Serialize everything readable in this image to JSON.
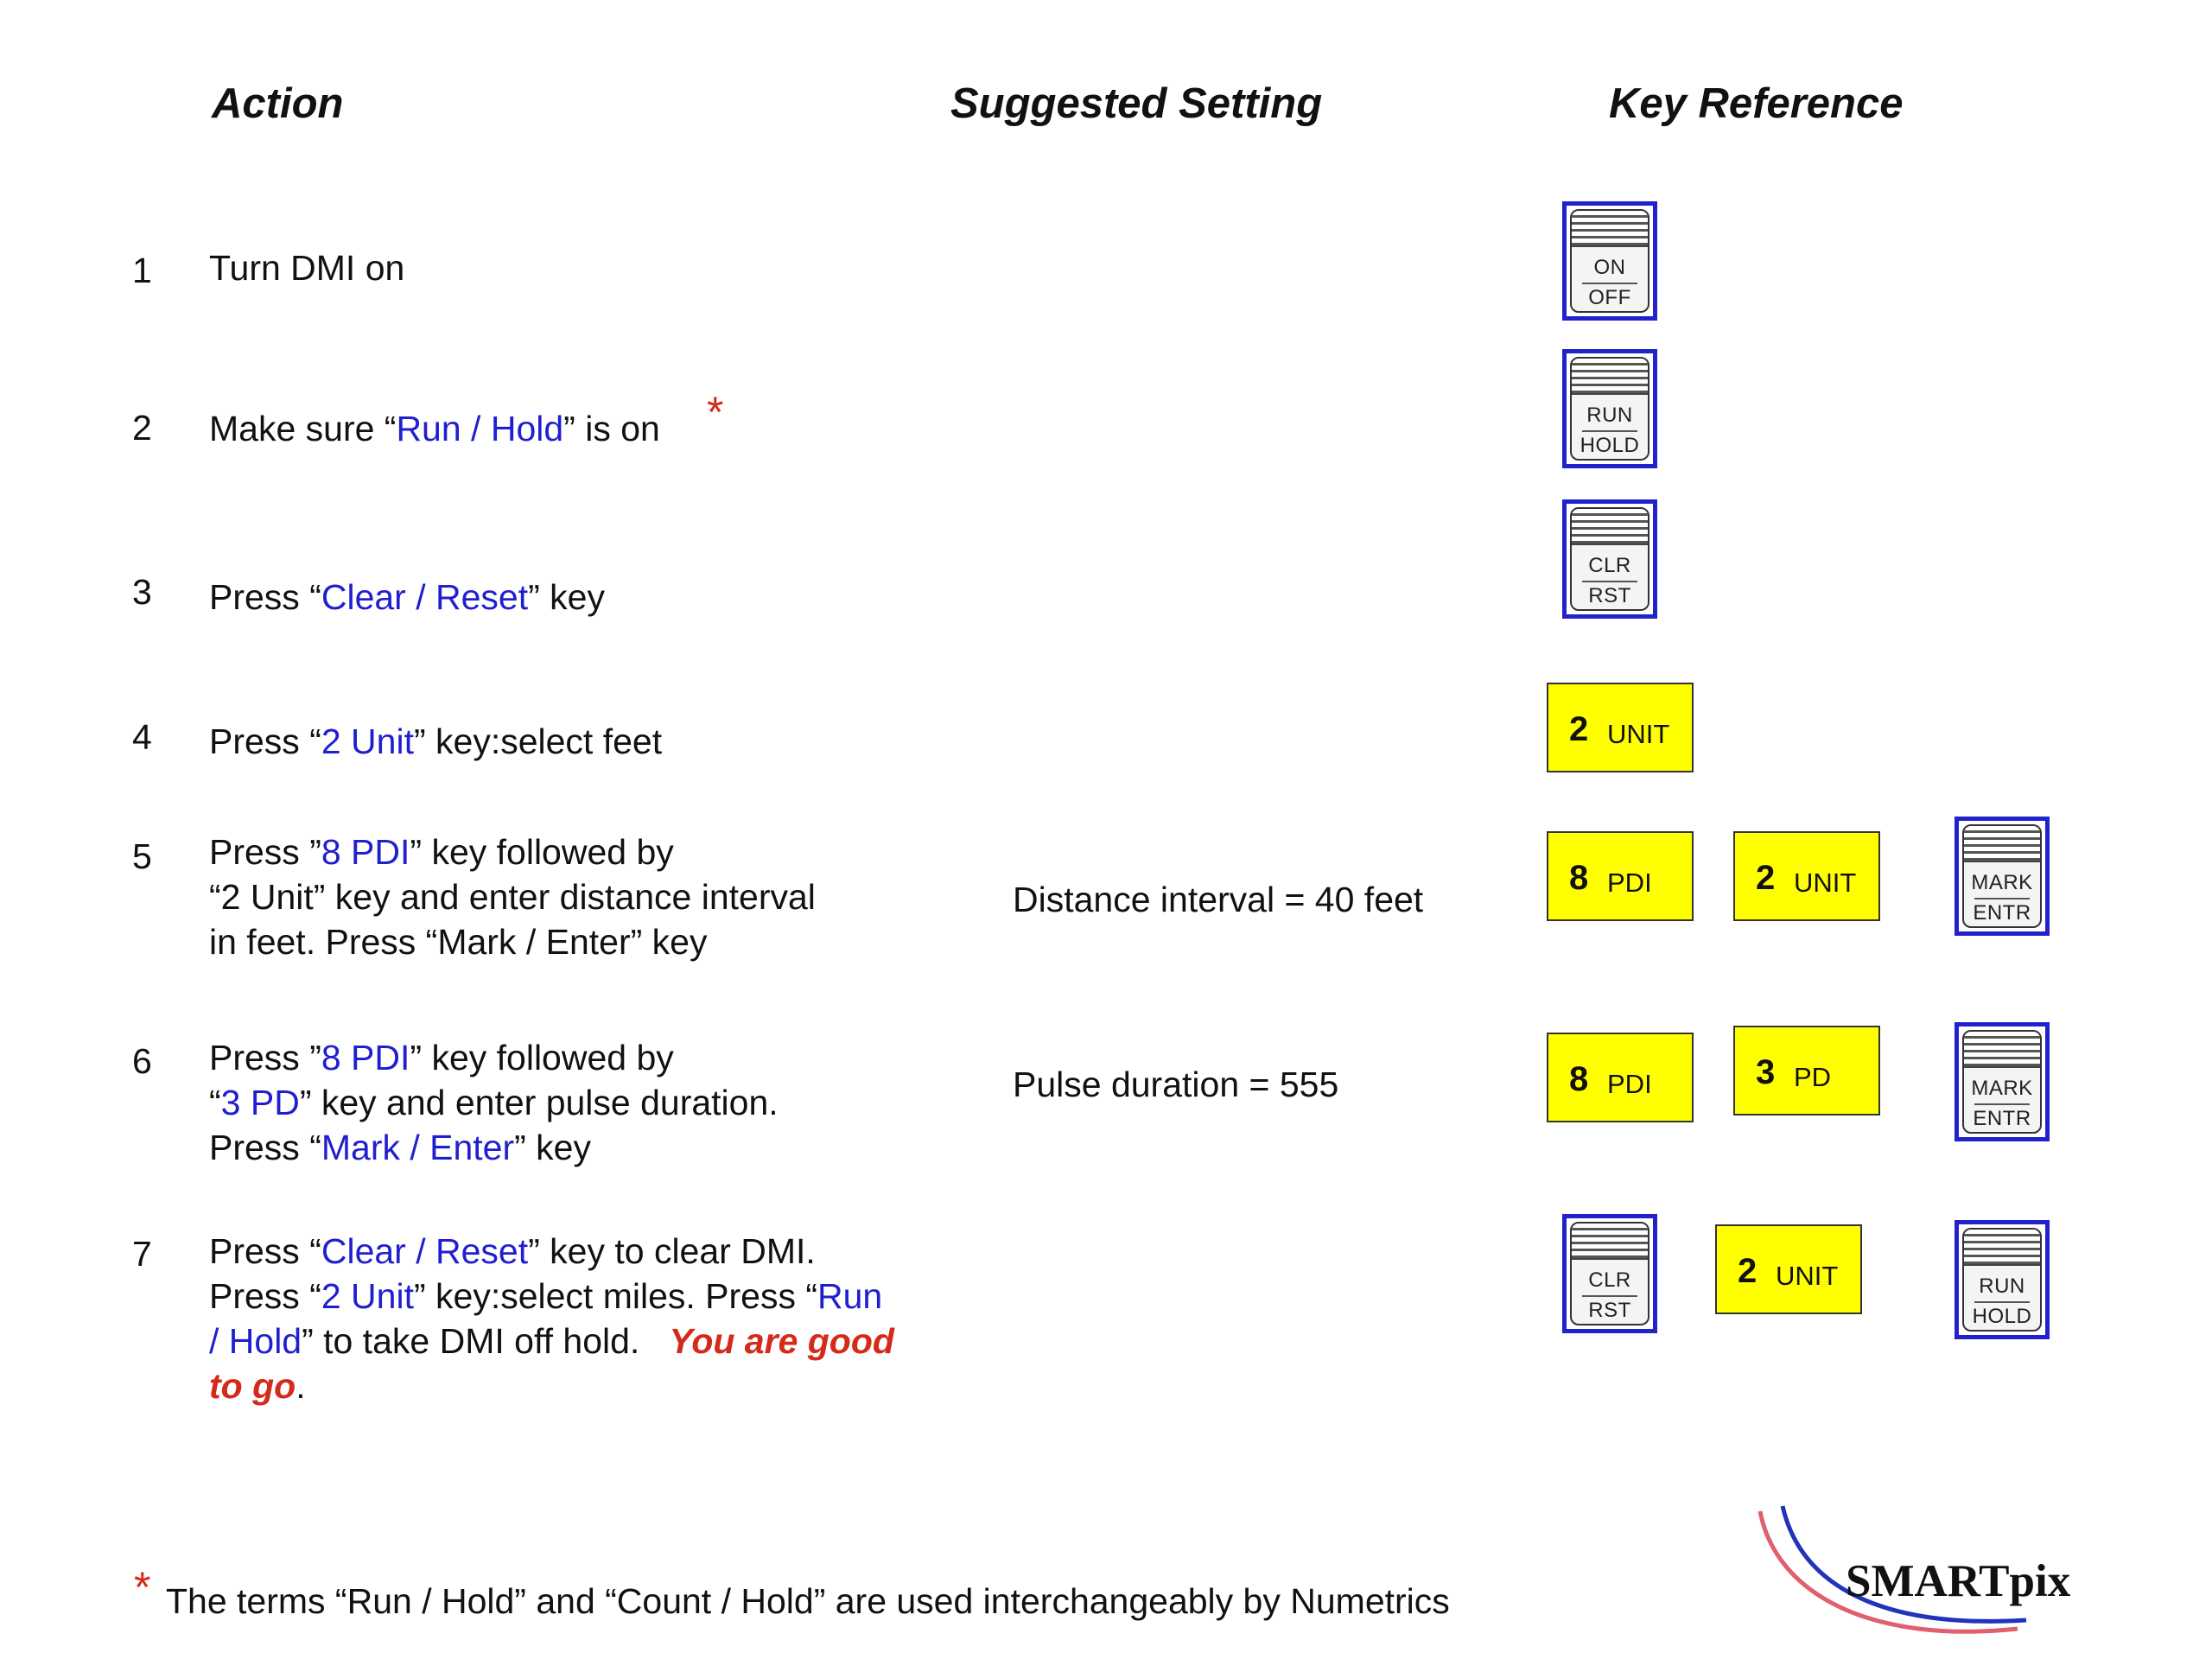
{
  "headers": {
    "action": "Action",
    "setting": "Suggested Setting",
    "key_reference": "Key Reference"
  },
  "steps": [
    {
      "num": "1",
      "line1": "Turn DMI on"
    },
    {
      "num": "2",
      "pre": "Make sure “",
      "blue": "Run / Hold",
      "post": "” is on",
      "star": "*"
    },
    {
      "num": "3",
      "pre": "Press “",
      "blue": "Clear / Reset",
      "post": "” key"
    },
    {
      "num": "4",
      "pre": "Press “",
      "blue": "2 Unit",
      "post": "” key:select feet"
    },
    {
      "num": "5",
      "l1_pre": "Press ”",
      "l1_blue": "8 PDI",
      "l1_post": "” key followed by",
      "l2": "“2 Unit” key and enter distance interval",
      "l3": "in feet. Press “Mark / Enter” key",
      "setting": "Distance interval = 40 feet"
    },
    {
      "num": "6",
      "l1_pre": "Press ”",
      "l1_blue": "8 PDI",
      "l1_post": "” key followed by",
      "l2_pre": "“",
      "l2_blue": "3 PD",
      "l2_post": "” key and enter pulse duration.",
      "l3_pre": "Press “",
      "l3_blue": "Mark / Enter",
      "l3_post": "” key",
      "setting": "Pulse duration = 555"
    },
    {
      "num": "7",
      "l1_pre": "Press “",
      "l1_blue": "Clear / Reset",
      "l1_post": "” key to clear DMI.",
      "l2_pre": "Press “",
      "l2_blue": "2 Unit",
      "l2_mid": "” key:select miles. Press “",
      "l2_blue2": "Run",
      "l3_blue": "/ Hold",
      "l3_post": "” to take DMI off hold.",
      "l3_red": "You are good",
      "l4_red": "to go",
      "l4_post": "."
    }
  ],
  "keys": {
    "on_off": {
      "top": "ON",
      "bottom": "OFF"
    },
    "run_hold": {
      "top": "RUN",
      "bottom": "HOLD"
    },
    "clr_rst": {
      "top": "CLR",
      "bottom": "RST"
    },
    "mark_entr": {
      "top": "MARK",
      "bottom": "ENTR"
    },
    "unit": {
      "digit": "2",
      "label": "UNIT"
    },
    "pdi": {
      "digit": "8",
      "label": "PDI"
    },
    "pd": {
      "digit": "3",
      "label": "PD"
    }
  },
  "footnote": {
    "star": "*",
    "text": "The terms “Run / Hold” and “Count / Hold” are used interchangeably by Numetrics"
  },
  "logo": {
    "text": "SMARTpix"
  },
  "colors": {
    "link_blue": "#1f1fd0",
    "emphasis_red": "#d42a1a",
    "key_yellow": "#ffff00",
    "key_border_blue": "#2222cc"
  }
}
